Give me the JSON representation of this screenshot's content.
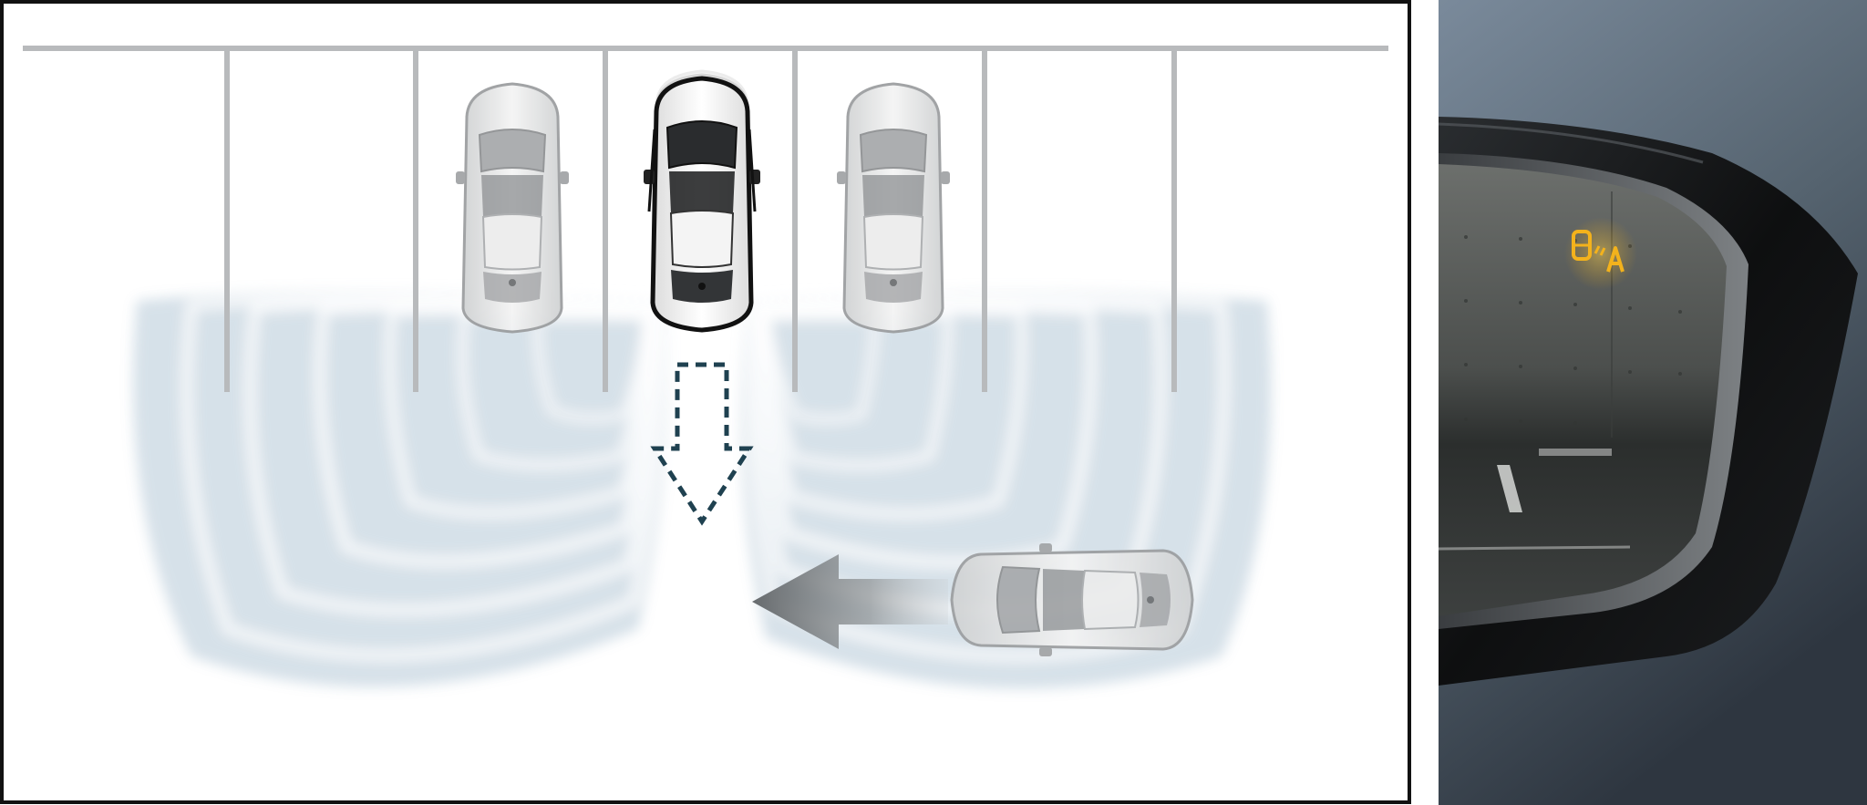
{
  "scene": {
    "parking_spaces": 7,
    "parked_cars": 3,
    "reversing_car": "center",
    "approaching_car_direction": "right-to-left"
  },
  "colors": {
    "panel_border": "#111111",
    "parking_lines": "#b8babc",
    "sensor_wave": "#8fb0c4",
    "reverse_arrow": "#1f4150",
    "approach_arrow": "#707476",
    "mirror_background": "#4f5d6c",
    "mirror_housing": "#121416",
    "warning_indicator": "#f3b21c"
  },
  "icons": {
    "reverse_arrow": "dashed-arrow-down-icon",
    "approach_arrow": "arrow-left-icon",
    "mirror_warning": "rear-cross-traffic-alert-icon"
  }
}
